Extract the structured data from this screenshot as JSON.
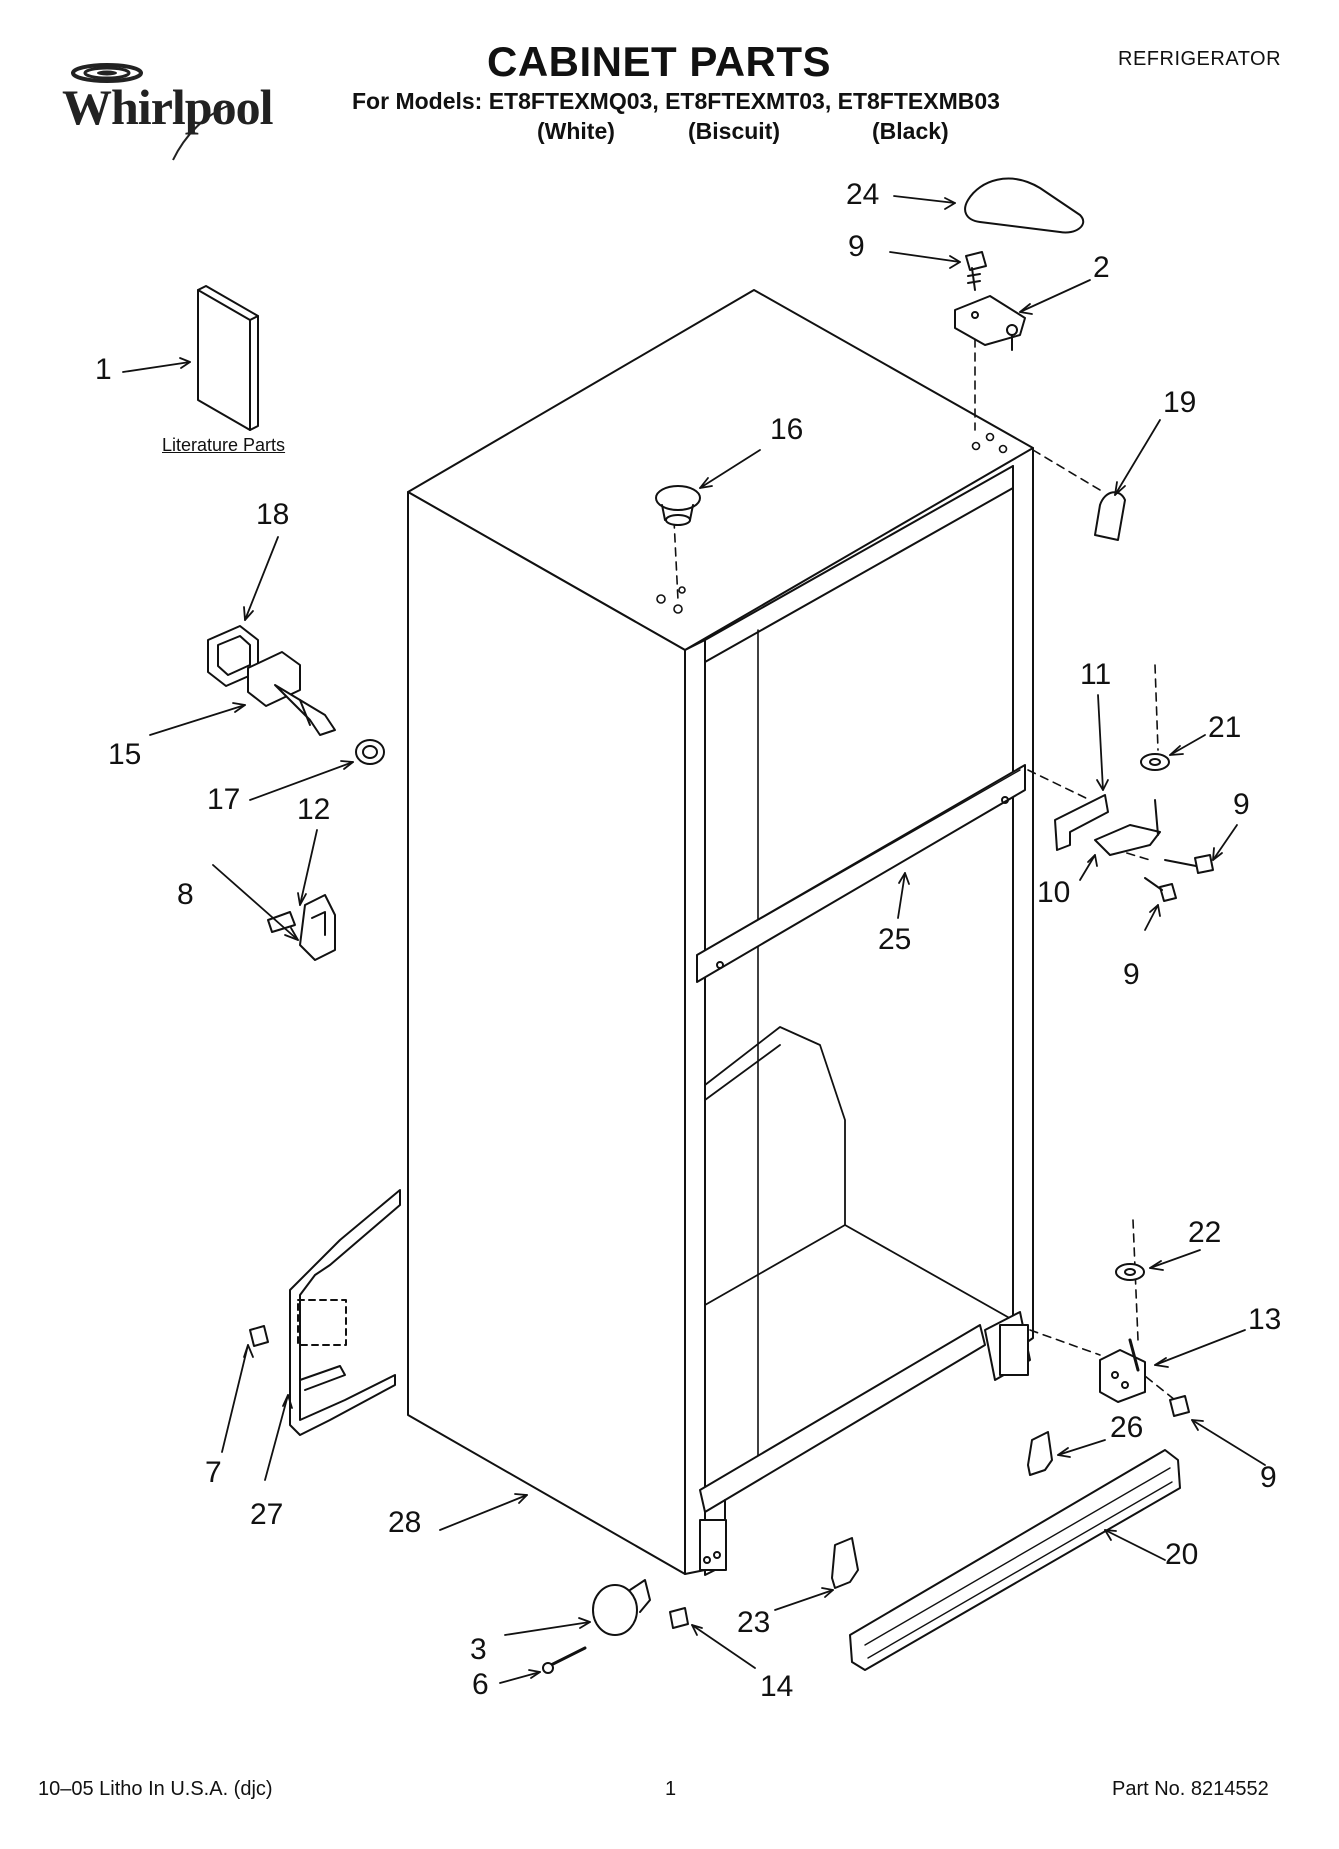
{
  "header": {
    "brand": "Whirlpool",
    "title": "CABINET PARTS",
    "appliance": "REFRIGERATOR",
    "models_line": "For Models: ET8FTEXMQ03, ET8FTEXMT03, ET8FTEXMB03",
    "colors": [
      "(White)",
      "(Biscuit)",
      "(Black)"
    ]
  },
  "literature_label": "Literature Parts",
  "callouts": {
    "c24": "24",
    "c9a": "9",
    "c2": "2",
    "c1": "1",
    "c19": "19",
    "c16": "16",
    "c18": "18",
    "c15": "15",
    "c17": "17",
    "c12": "12",
    "c8": "8",
    "c11": "11",
    "c21": "21",
    "c9b": "9",
    "c10": "10",
    "c9c": "9",
    "c25": "25",
    "c22": "22",
    "c13": "13",
    "c7": "7",
    "c27": "27",
    "c26": "26",
    "c9d": "9",
    "c28": "28",
    "c20": "20",
    "c3": "3",
    "c23": "23",
    "c6": "6",
    "c14": "14"
  },
  "footer": {
    "left": "10–05 Litho In U.S.A. (djc)",
    "page": "1",
    "part_no": "Part No. 8214552"
  },
  "icons": [
    "whirlpool-swirl-icon"
  ]
}
